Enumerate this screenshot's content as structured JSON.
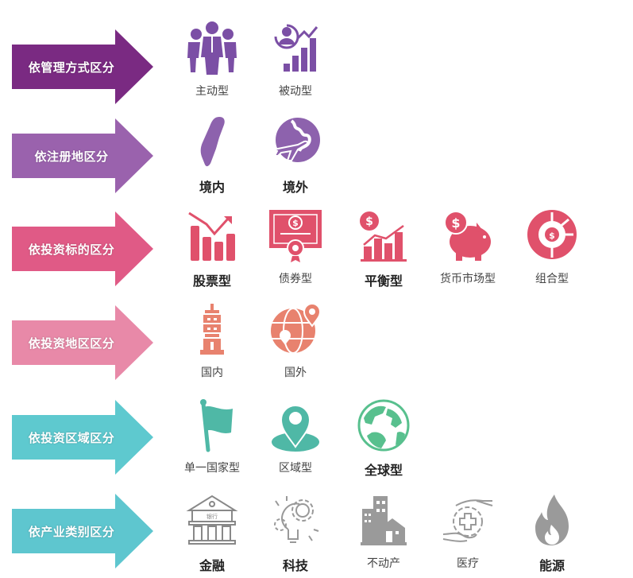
{
  "colors": {
    "row1": "#7a2a82",
    "row2": "#9a62ad",
    "row3": "#e05a86",
    "row4": "#e889a8",
    "row5": "#5ec9cf",
    "row6": "#5ec6cf",
    "icon_purple": "#7b4fa5",
    "icon_pinkred": "#e0516b",
    "icon_salmon": "#e8826e",
    "icon_teal": "#4fb8a6",
    "icon_green": "#58c08e",
    "icon_gray": "#9a9a9a"
  },
  "rows": [
    {
      "label": "依管理方式区分",
      "items": [
        {
          "icon": "team-people-icon",
          "label": "主动型",
          "bold": false
        },
        {
          "icon": "growth-chart-person-icon",
          "label": "被动型",
          "bold": false
        }
      ]
    },
    {
      "label": "依注册地区分",
      "items": [
        {
          "icon": "taiwan-map-icon",
          "label": "境内",
          "bold": true
        },
        {
          "icon": "globe-plane-icon",
          "label": "境外",
          "bold": true
        }
      ]
    },
    {
      "label": "依投资标的区分",
      "items": [
        {
          "icon": "stock-chart-icon",
          "label": "股票型",
          "bold": true
        },
        {
          "icon": "bond-certificate-icon",
          "label": "债券型",
          "bold": false
        },
        {
          "icon": "balanced-chart-icon",
          "label": "平衡型",
          "bold": true
        },
        {
          "icon": "piggy-bank-icon",
          "label": "货币市场型",
          "bold": false
        },
        {
          "icon": "portfolio-donut-icon",
          "label": "组合型",
          "bold": false
        }
      ]
    },
    {
      "label": "依投资地区区分",
      "items": [
        {
          "icon": "tower-icon",
          "label": "国内",
          "bold": false
        },
        {
          "icon": "globe-pin-icon",
          "label": "国外",
          "bold": false
        }
      ]
    },
    {
      "label": "依投资区域区分",
      "items": [
        {
          "icon": "flag-icon",
          "label": "单一国家型",
          "bold": false
        },
        {
          "icon": "location-pin-icon",
          "label": "区域型",
          "bold": false
        },
        {
          "icon": "earth-icon",
          "label": "全球型",
          "bold": true
        }
      ]
    },
    {
      "label": "依产业类别区分",
      "items": [
        {
          "icon": "bank-building-icon",
          "label": "金融",
          "bold": true,
          "sign": "银行"
        },
        {
          "icon": "bulb-gear-icon",
          "label": "科技",
          "bold": true
        },
        {
          "icon": "real-estate-buildings-icon",
          "label": "不动产",
          "bold": false
        },
        {
          "icon": "medical-hands-icon",
          "label": "医疗",
          "bold": false
        },
        {
          "icon": "flame-icon",
          "label": "能源",
          "bold": true
        }
      ]
    }
  ]
}
